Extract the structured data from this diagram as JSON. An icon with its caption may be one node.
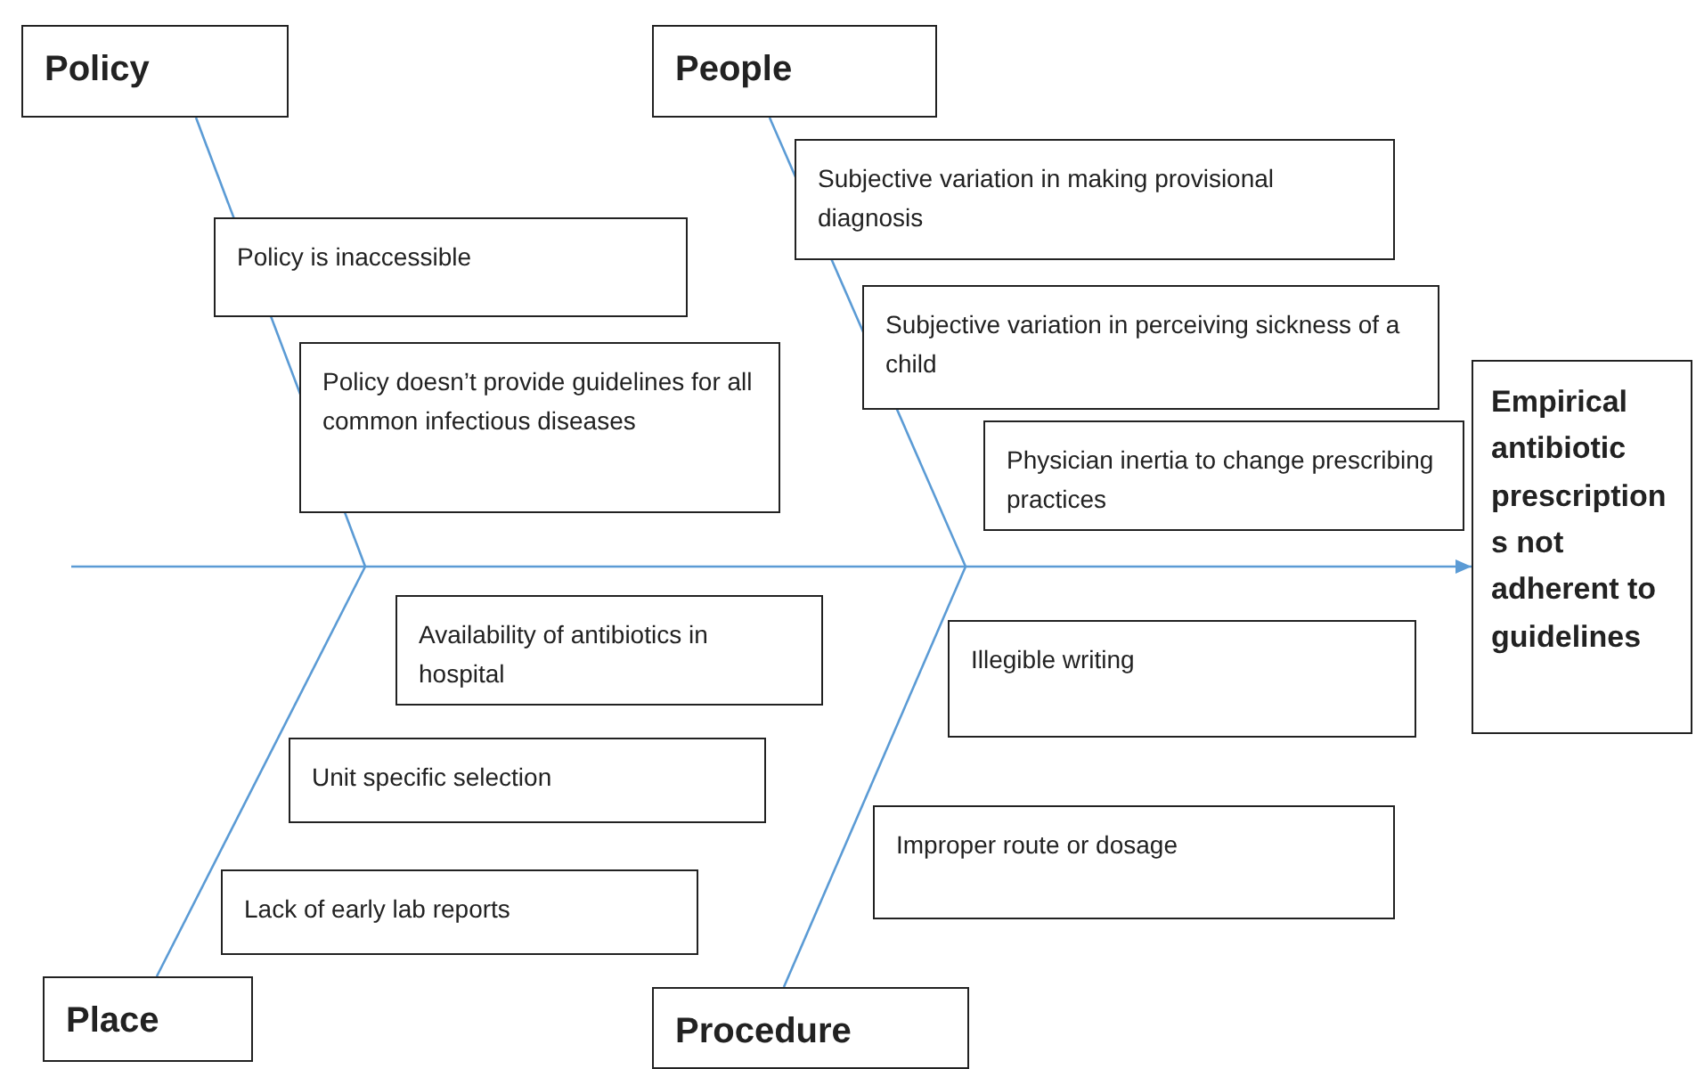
{
  "diagram": {
    "nodes": [
      {
        "text": [
          "Policy"
        ]
      },
      {
        "text": [
          "People"
        ]
      },
      {
        "text": [
          "Place"
        ]
      },
      {
        "text": [
          "Procedure"
        ]
      },
      {
        "text": [
          "Empirical antibiotic prescription s not adherent to guidelines"
        ]
      },
      {
        "text": [
          "Policy is inaccessible"
        ]
      },
      {
        "text": [
          "Policy doesn’t provide guidelines for all common infectious diseases"
        ]
      },
      {
        "text": [
          "Subjective variation in making provisional diagnosis"
        ]
      },
      {
        "text": [
          "Subjective variation in perceiving sickness of a child"
        ]
      },
      {
        "text": [
          "Physician inertia to change prescribing practices"
        ]
      },
      {
        "text": [
          "Availability of antibiotics in hospital"
        ]
      },
      {
        "text": [
          "Unit specific selection"
        ]
      },
      {
        "text": [
          "Lack of early lab reports"
        ]
      },
      {
        "text": [
          "Illegible writing"
        ]
      },
      {
        "text": [
          "Improper route or dosage"
        ]
      }
    ],
    "edges": [
      {
        "from": null,
        "to": 4,
        "arrow": "to"
      },
      {
        "from": 0,
        "to": null,
        "arrow": "none"
      },
      {
        "from": 1,
        "to": null,
        "arrow": "none"
      },
      {
        "from": 2,
        "to": null,
        "arrow": "none"
      },
      {
        "from": 3,
        "to": null,
        "arrow": "none"
      }
    ]
  }
}
